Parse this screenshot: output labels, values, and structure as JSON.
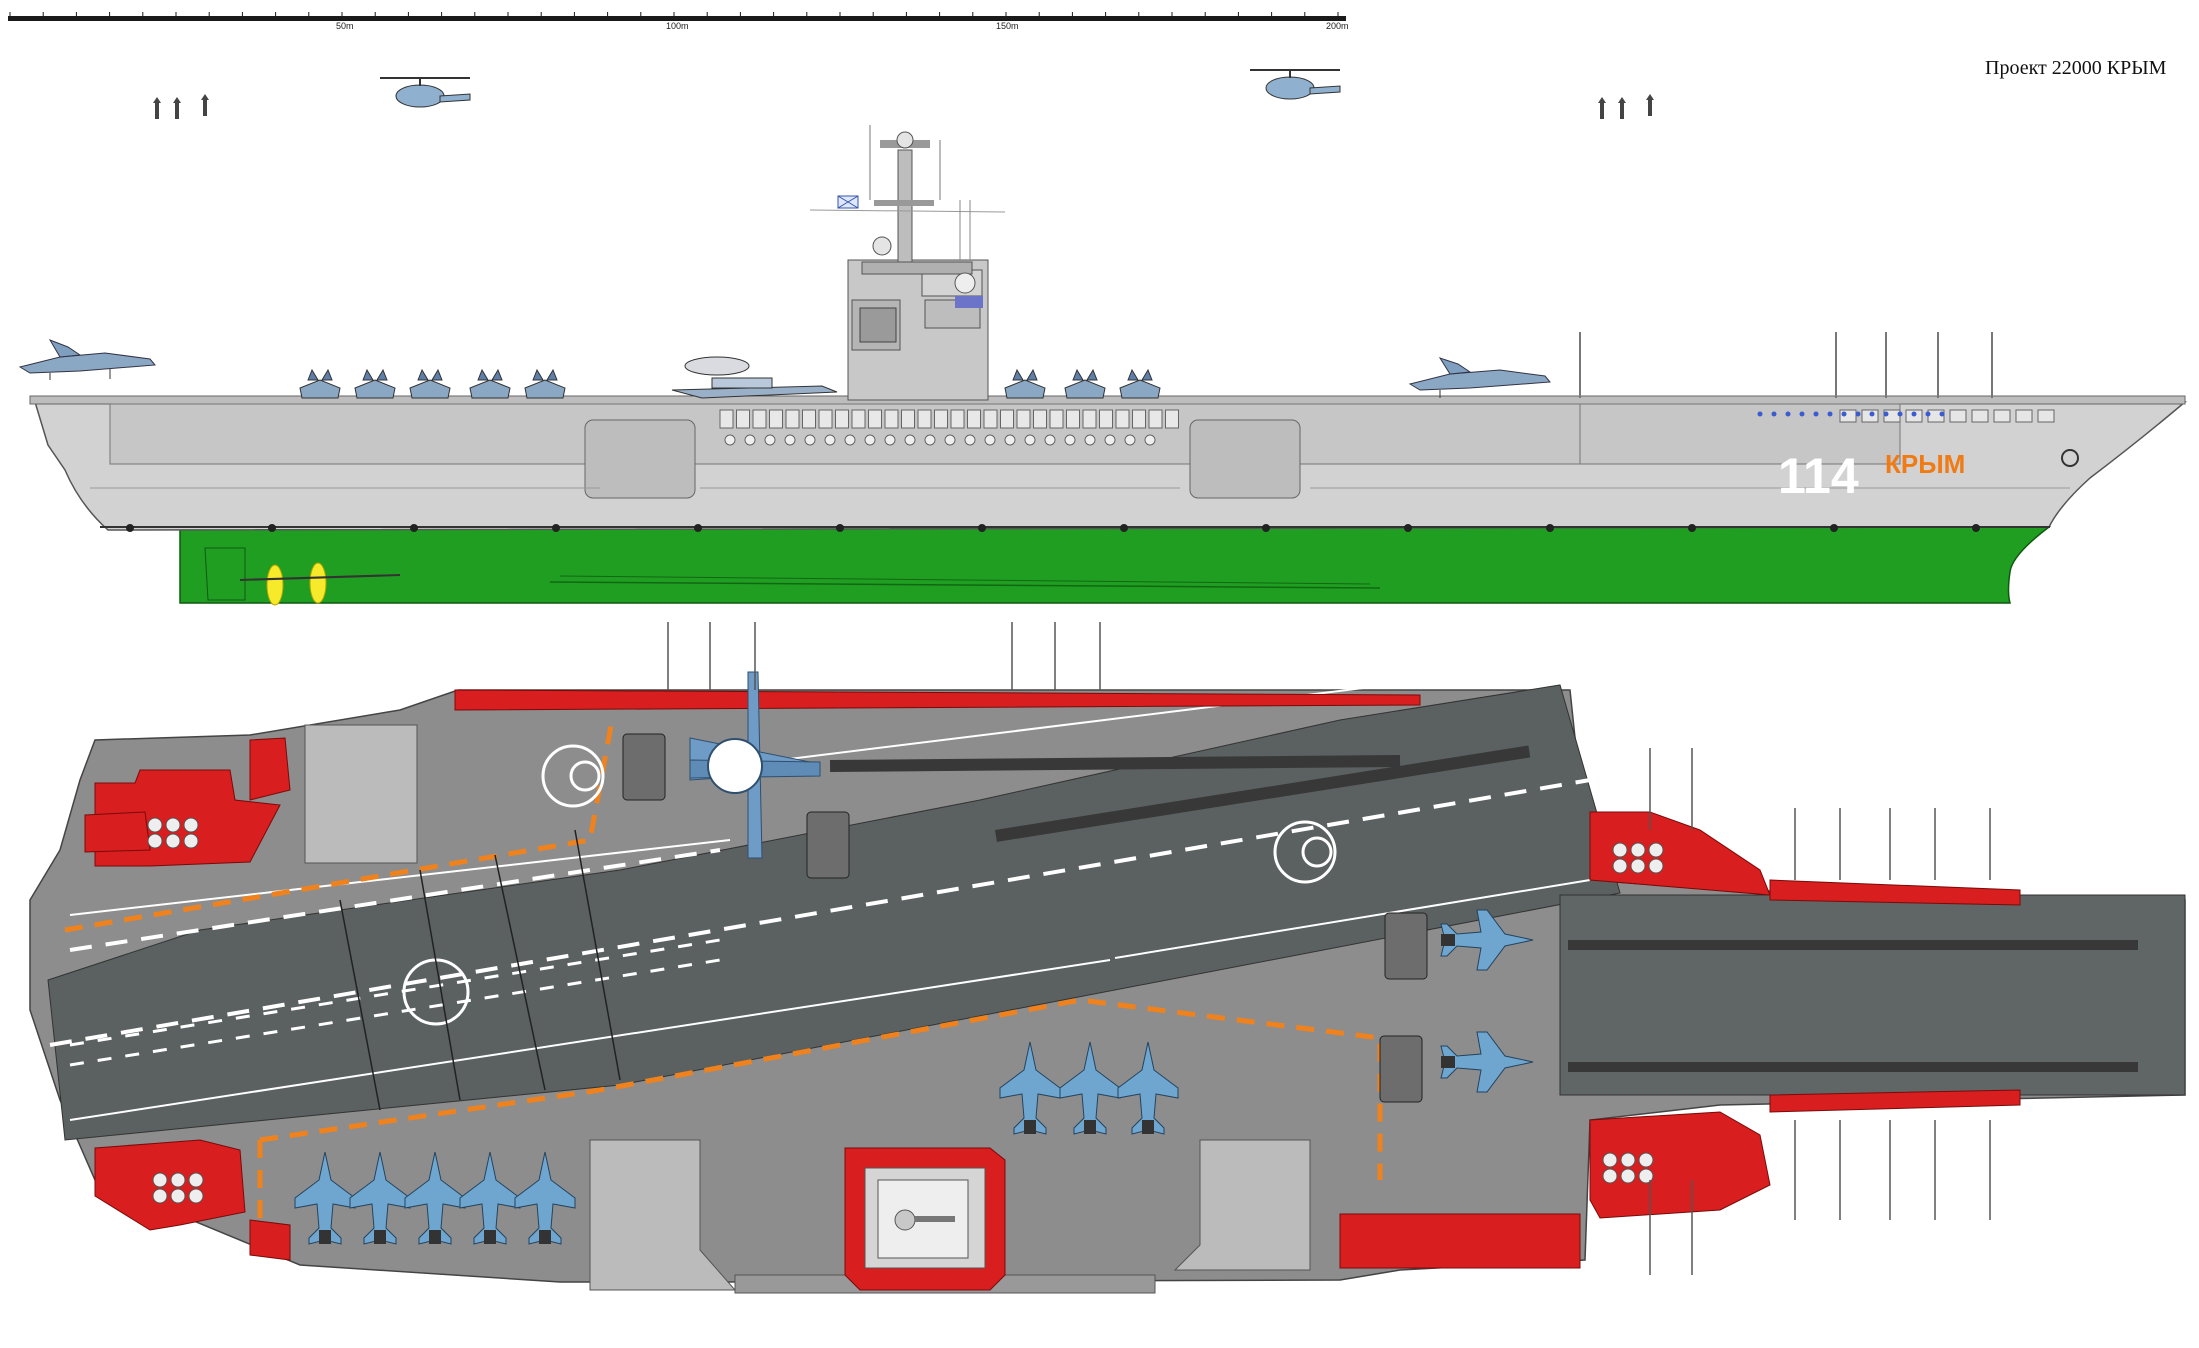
{
  "title": "Проект 22000  КРЫМ",
  "scale": {
    "ticks": [
      "50m",
      "100m",
      "150m",
      "200m"
    ]
  },
  "hull": {
    "number": "114",
    "name": "КРЫМ"
  },
  "colors": {
    "hull": "#d2d2d2",
    "underwater_hull": "#1f9e22",
    "deck": "#8d8d8d",
    "runway": "#5a6160",
    "deck_edge": "#d81e1e",
    "markings": "#f0821e",
    "aircraft": "#6aa0c8"
  }
}
